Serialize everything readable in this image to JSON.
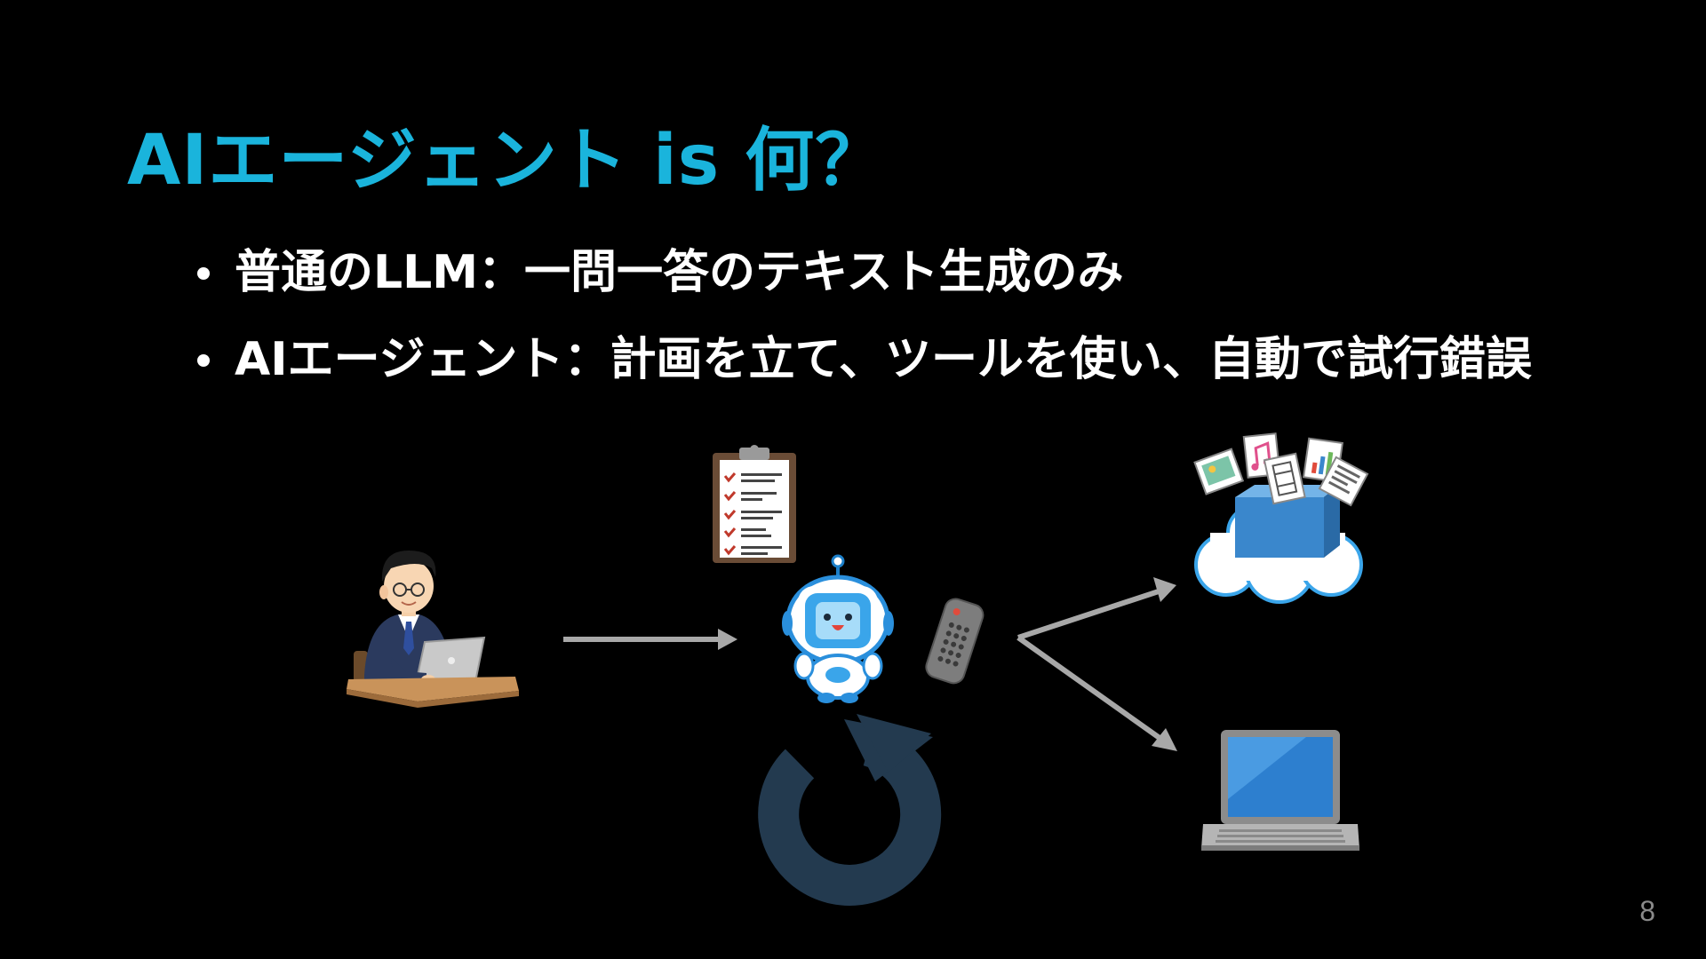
{
  "slide": {
    "title": "AIエージェント is 何？",
    "bullets": [
      "普通のLLM：一問一答のテキスト生成のみ",
      "AIエージェント：計画を立て、ツールを使い、自動で試行錯誤"
    ],
    "page_number": "8"
  },
  "colors": {
    "background": "#000000",
    "title": "#1ab4dc",
    "text": "#ffffff",
    "arrow": "#a8a8a8",
    "page_number": "#8a8a8a"
  },
  "illustrations": {
    "user": "office-worker-laptop-icon",
    "plan": "checklist-clipboard-icon",
    "agent": "robot-icon",
    "tool": "remote-control-icon",
    "loop": "retry-circular-arrow-icon",
    "cloud": "cloud-storage-files-icon",
    "computer": "laptop-icon"
  }
}
